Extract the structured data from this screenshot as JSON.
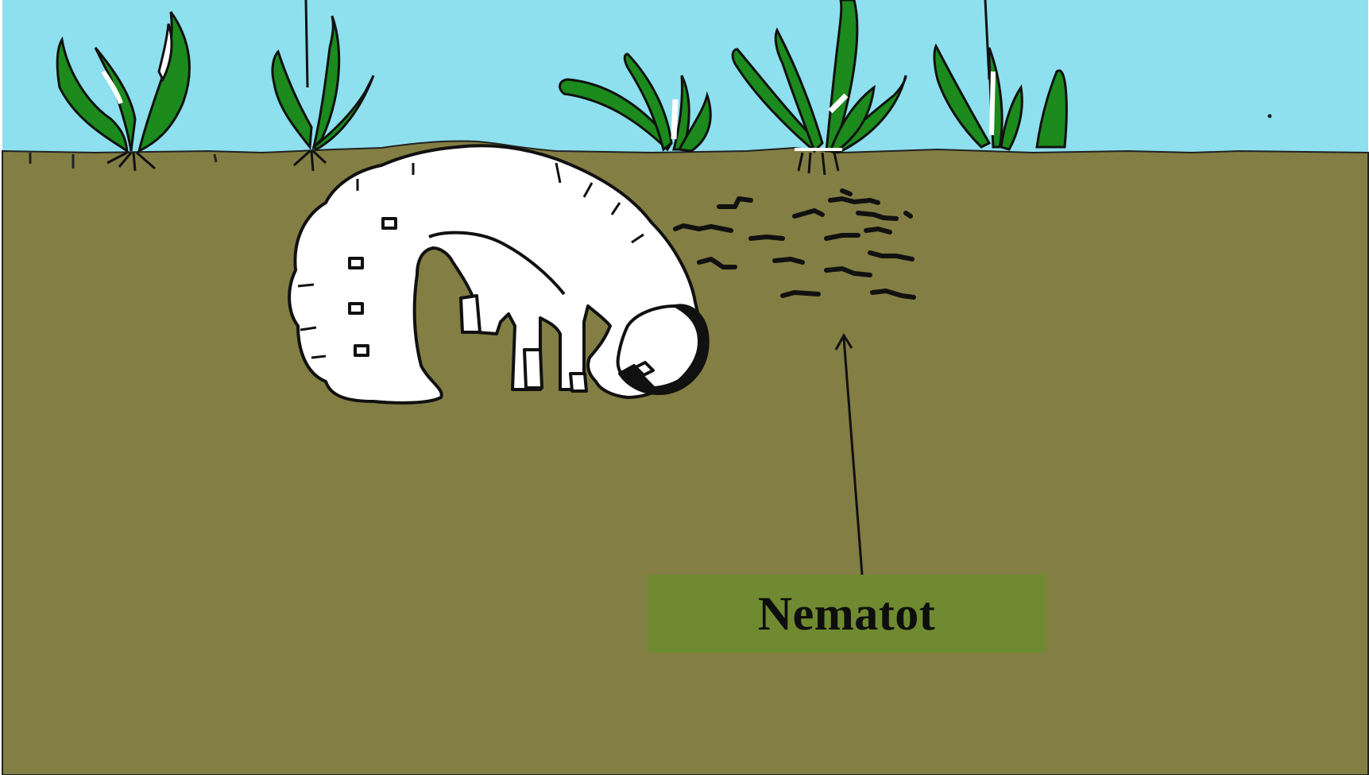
{
  "diagram": {
    "label": "Nematot",
    "colors": {
      "sky": "#8ee0ee",
      "soil": "#837e43",
      "plant": "#1c8a1c",
      "plant_outline": "#111111",
      "grub_body": "#ffffff",
      "grub_outline": "#111111",
      "nematode": "#111111",
      "label_box": "#6f8a30",
      "label_text": "#0e0e0e"
    },
    "elements": [
      "sky",
      "soil",
      "plants",
      "white-grub-larva",
      "nematodes",
      "pointer-arrow",
      "label-box"
    ]
  }
}
